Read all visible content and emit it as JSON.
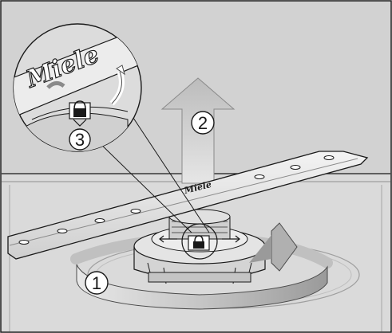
{
  "figure": {
    "brand_text": "Miele",
    "steps": [
      {
        "number": "1",
        "meaning": "rotate-spray-arm-nut"
      },
      {
        "number": "2",
        "meaning": "lift-spray-arm-up"
      },
      {
        "number": "3",
        "meaning": "lock-symbol-detail"
      }
    ],
    "icons": [
      "padlock-icon",
      "rotation-arrow-icon",
      "up-arrow-icon"
    ],
    "colors": {
      "background_top": "#d2d2d2",
      "background_bottom": "#d9d9d9",
      "arrow_gray": "#bdbdbd",
      "line": "#1a1a1a",
      "arm": "#e7e7e7"
    }
  }
}
